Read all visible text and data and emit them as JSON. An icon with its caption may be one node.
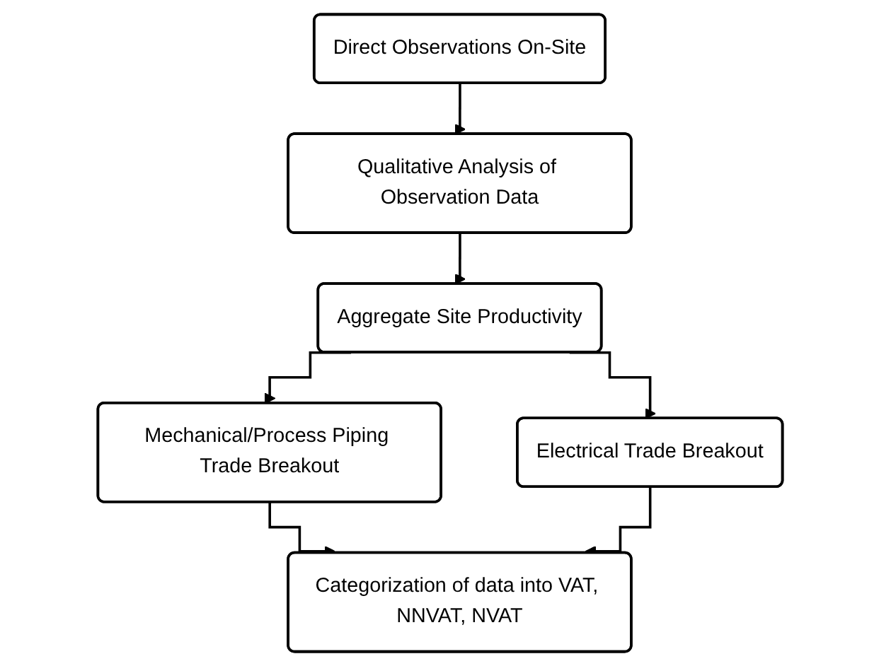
{
  "diagram": {
    "nodes": [
      {
        "text": [
          "Direct Observations On-Site"
        ]
      },
      {
        "text": [
          "Qualitative Analysis of Observation Data"
        ]
      },
      {
        "text": [
          "Aggregate Site Productivity"
        ]
      },
      {
        "text": [
          "Mechanical/Process Piping Trade Breakout"
        ]
      },
      {
        "text": [
          "Electrical Trade Breakout"
        ]
      },
      {
        "text": [
          "Categorization of data into VAT, NNVAT, NVAT"
        ]
      }
    ],
    "edges": [
      {
        "from": 0,
        "to": 1,
        "arrow": "to"
      },
      {
        "from": 1,
        "to": 2,
        "arrow": "to"
      },
      {
        "from": 2,
        "to": 3,
        "arrow": "to"
      },
      {
        "from": 2,
        "to": 4,
        "arrow": "to"
      },
      {
        "from": 3,
        "to": 5,
        "arrow": "to"
      },
      {
        "from": 4,
        "to": 5,
        "arrow": "to"
      }
    ]
  }
}
